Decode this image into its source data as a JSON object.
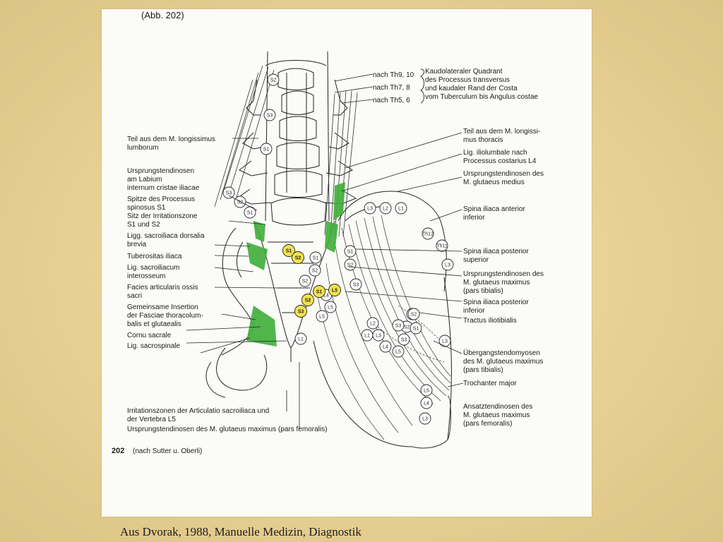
{
  "figure": {
    "title": "(Abb. 202)",
    "figure_number": "202",
    "source_note": "(nach Sutter u. Oberli)"
  },
  "labels_left": [
    "Teil aus dem M. longissimus",
    "lumborum",
    "Ursprungstendinosen",
    "am Labium",
    "internum cristae iliacae",
    "Spitze des Processus",
    "spinosus S1",
    "Sitz der Irritationszone",
    "S1 und S2",
    "Ligg. sacroiliaca dorsalia",
    "brevia",
    "Tuberositas iliaca",
    "Lig. sacroiliacum",
    "interosseum",
    "Facies articularis ossis",
    "sacri",
    "Gemeinsame Insertion",
    "der Fasciae thoracolum-",
    "balis et glutaealis",
    "Cornu sacrale",
    "Lig. sacrospinale"
  ],
  "labels_top": [
    "nach Th9, 10",
    "nach Th7, 8",
    "nach Th5, 6"
  ],
  "labels_top_right": [
    "Kaudolateraler Quadrant",
    "des Processus transversus",
    "und kaudaler Rand der Costa",
    "vom Tuberculum bis Angulus costae"
  ],
  "labels_right": [
    "Teil aus dem M. longissi-",
    "mus thoracis",
    "Lig. iliolumbale nach",
    "Processus costarius L4",
    "Ursprungstendinosen des",
    "M. glutaeus medius",
    "Spina iliaca anterior",
    "inferior",
    "Spina iliaca posterior",
    "superior",
    "Ursprungstendinosen des",
    "M. glutaeus maximus",
    "(pars tibialis)",
    "Spina iliaca posterior",
    "inferior",
    "Tractus iliotibialis",
    "Übergangstendomyosen",
    "des M. glutaeus maximus",
    "(pars tibialis)",
    "Trochanter major",
    "Ansatztendinosen des",
    "M. glutaeus maximus",
    "(pars femoralis)"
  ],
  "labels_bottom": [
    "Irritationszonen der Articulatio sacroiliaca und",
    "der Vertebra L5",
    "Ursprungstendinosen des M. glutaeus maximus (pars femoralis)"
  ],
  "segment_markers": [
    "S2",
    "S3",
    "S1",
    "S3",
    "S2",
    "S1",
    "S1",
    "S2",
    "S2",
    "S1",
    "S2",
    "S3",
    "L4",
    "L5",
    "L5",
    "L3",
    "L2",
    "L1",
    "Th12",
    "Th11",
    "L3",
    "S1",
    "S2",
    "S3",
    "L5",
    "L4",
    "L3",
    "L2",
    "L1",
    "L1",
    "L3",
    "S2",
    "S3",
    "S1",
    "L5",
    "L4",
    "L3"
  ],
  "highlighted_markers": [
    "S1",
    "S2",
    "S1",
    "S2",
    "S3",
    "L5"
  ],
  "caption": "Aus Dvorak, 1988, Manuelle Medizin, Diagnostik",
  "colors": {
    "highlight_green": "#3fae3a",
    "highlight_yellow": "#f1e24c",
    "page_background": "#fbfbf8",
    "slide_background": "#e9d59d"
  }
}
